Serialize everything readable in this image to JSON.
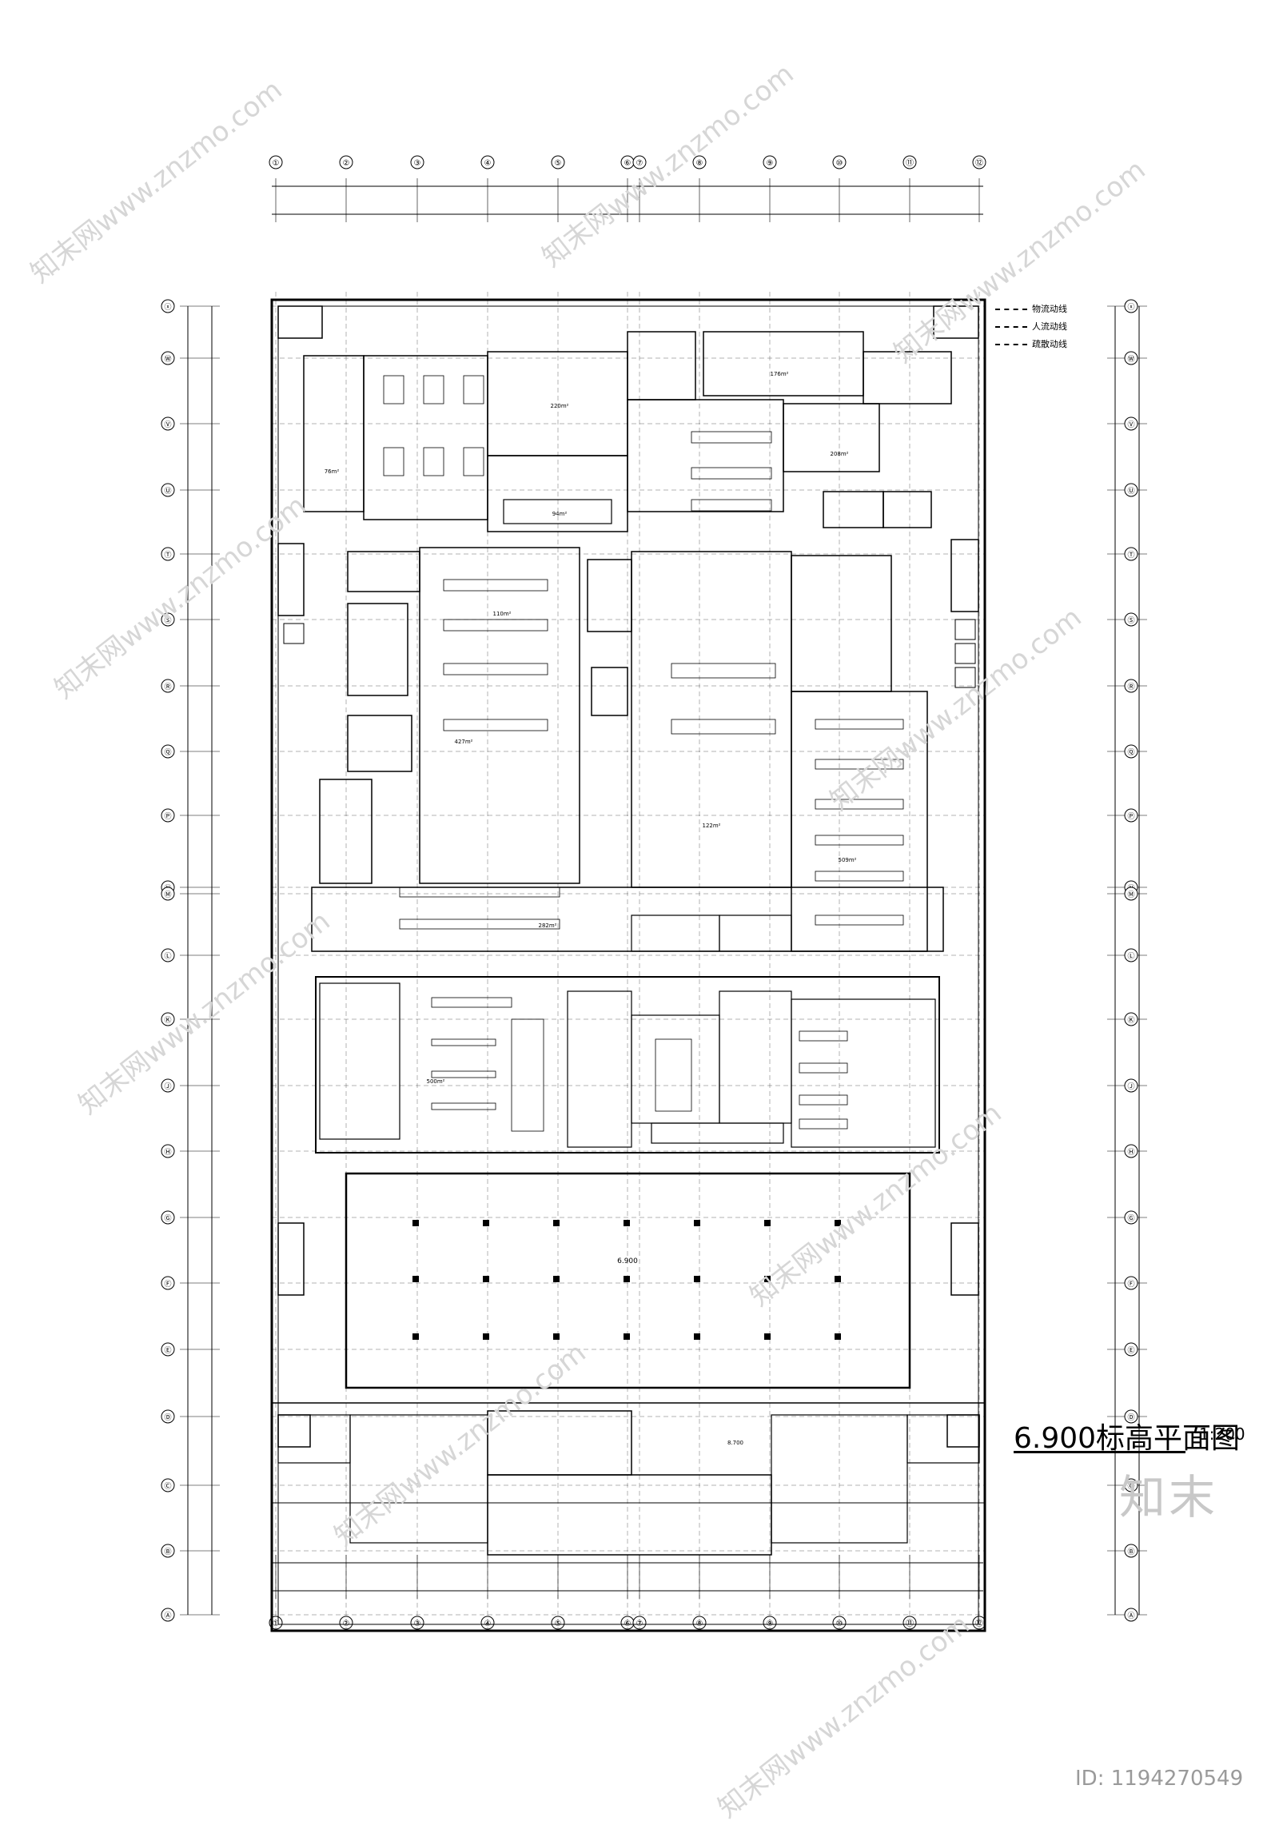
{
  "drawing": {
    "title": "6.900标高平面图",
    "scale": "1:200",
    "brand": "知末",
    "image_id": "ID: 1194270549",
    "elevation_label": "6.900"
  },
  "legend": [
    {
      "label": "物流动线"
    },
    {
      "label": "人流动线"
    },
    {
      "label": "疏散动线"
    }
  ],
  "grid": {
    "columns": [
      "①",
      "②",
      "③",
      "④",
      "⑤",
      "⑥",
      "⑦",
      "⑧",
      "⑨",
      "⑩",
      "⑪",
      "⑫"
    ],
    "rows": [
      "ⓧ",
      "Ⓦ",
      "Ⓥ",
      "Ⓤ",
      "Ⓣ",
      "Ⓢ",
      "Ⓡ",
      "Ⓠ",
      "Ⓟ",
      "Ⓝ",
      "Ⓜ",
      "Ⓛ",
      "Ⓚ",
      "Ⓙ",
      "Ⓗ",
      "Ⓖ",
      "Ⓕ",
      "Ⓔ",
      "Ⓓ",
      "Ⓒ",
      "Ⓑ",
      "Ⓐ"
    ]
  },
  "rooms": [
    {
      "label": "76m²"
    },
    {
      "label": "220m²"
    },
    {
      "label": "176m²"
    },
    {
      "label": "208m²"
    },
    {
      "label": "94m²"
    },
    {
      "label": "110m²"
    },
    {
      "label": "427m²"
    },
    {
      "label": "122m²"
    },
    {
      "label": "282m²"
    },
    {
      "label": "509m²"
    },
    {
      "label": "500m²"
    },
    {
      "label": "8.700"
    }
  ],
  "watermark": "知末网www.znzmo.com"
}
